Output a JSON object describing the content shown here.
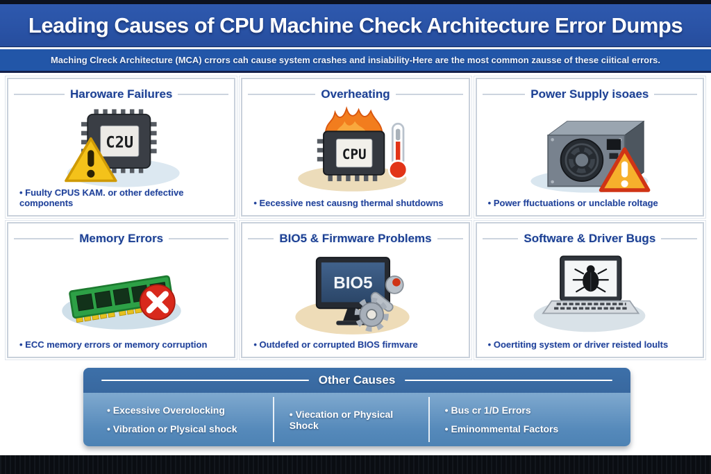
{
  "header": {
    "title": "Leading Causes of CPU Machine Check Architecture Error Dumps",
    "subtitle": "Maching Clreck Architecture (MCA) crrors cah cause system crashes and insiability-Here are the most common zausse of these ciitical errors."
  },
  "cards": [
    {
      "title": "Haroware Failures",
      "bullet": "Fuulty CPUS  KAM. or other defective components",
      "icon": "cpu-chip-warning-icon",
      "chip_label": "C2U"
    },
    {
      "title": "Overheating",
      "bullet": "Eecessive nest causng thermal shutdowns",
      "icon": "burning-cpu-thermometer-icon",
      "chip_label": "CPU"
    },
    {
      "title": "Power Supply isoaes",
      "bullet": "Power ffuctuations or unclable roltage",
      "icon": "power-supply-warning-icon"
    },
    {
      "title": "Memory Errors",
      "bullet": "ECC memory errors or memory corruption",
      "icon": "ram-error-icon"
    },
    {
      "title": "BIO5 & Firmware Problems",
      "bullet": "Outdefed or corrupted BIOS  firmvare",
      "icon": "bios-monitor-tools-icon",
      "screen_label": "BIO5"
    },
    {
      "title": "Software & Driver Bugs",
      "bullet": "Ooertiting system or driver reisted loults",
      "icon": "laptop-bug-icon"
    }
  ],
  "other_causes": {
    "title": "Other Causes",
    "columns": [
      {
        "items": [
          "Excessive Overolocking",
          "Vibration or Plysical shock"
        ]
      },
      {
        "items": [
          "Viecation or Physical Shock"
        ]
      },
      {
        "items": [
          "Bus cr 1/D Errors",
          "Eminommental Factors"
        ]
      }
    ]
  },
  "colors": {
    "title_band": "#2a53a6",
    "subtitle_band": "#2256a8",
    "card_title_text": "#1c3f93",
    "card_bullet_text": "#21419a",
    "panel_head": "#3a6da6",
    "panel_body": "#6f9dc9",
    "warning_yellow": "#f4c21a",
    "warning_red": "#d03415",
    "ram_green": "#2da046",
    "error_red": "#d8291c"
  }
}
